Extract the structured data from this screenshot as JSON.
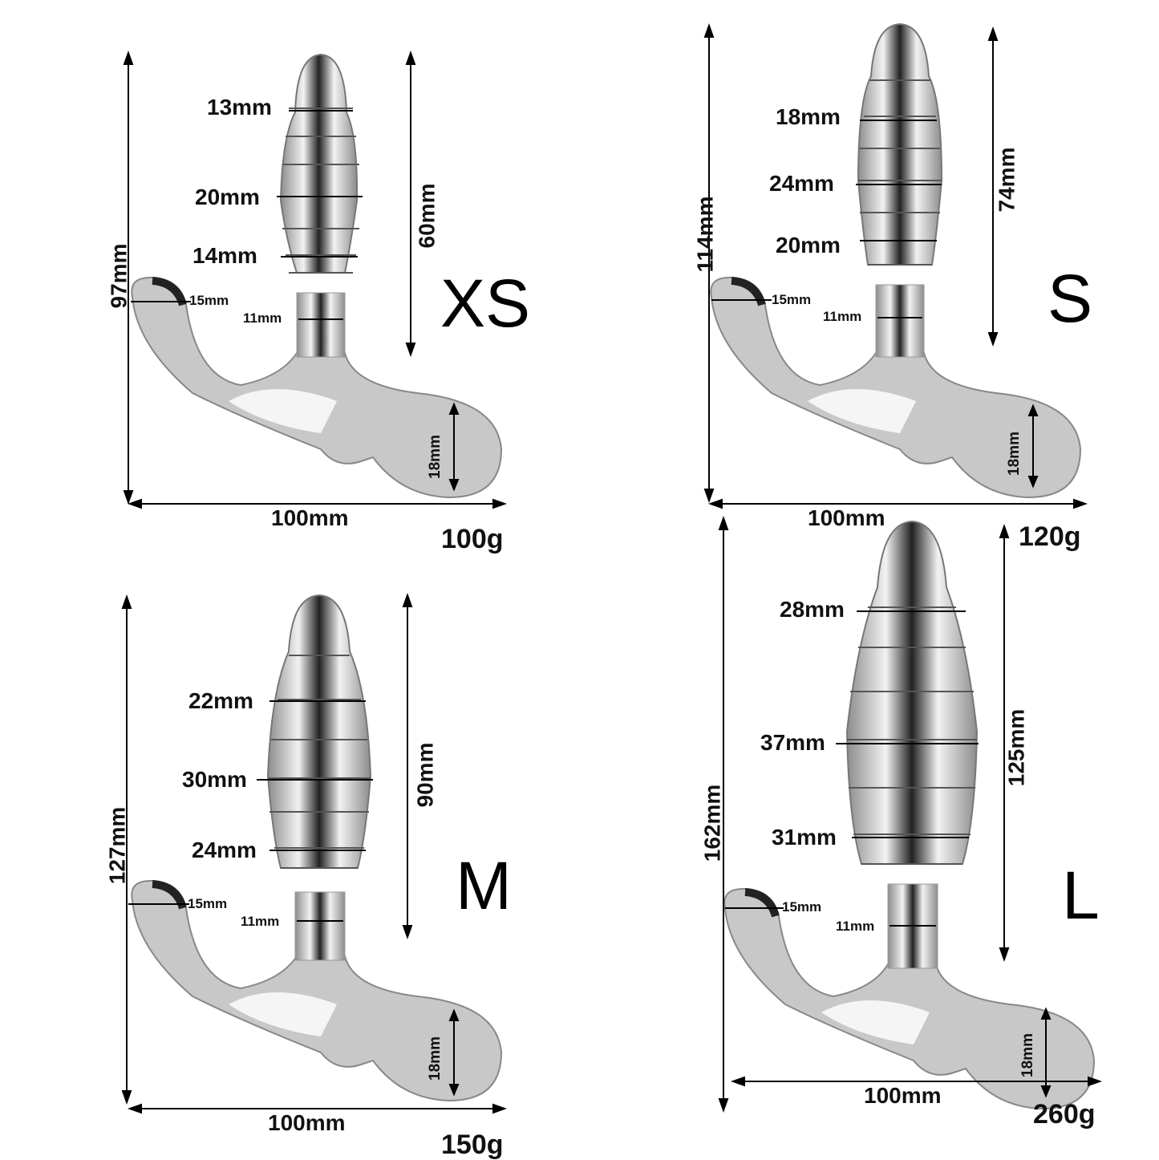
{
  "colors": {
    "metal_light": "#eeeeee",
    "metal_mid": "#a9a9a9",
    "metal_dark": "#111111",
    "line": "#000000"
  },
  "panels": [
    {
      "size": "XS",
      "weight": "100g",
      "height": "97mm",
      "width": "100mm",
      "insert_length": "60mm",
      "diameters": [
        "13mm",
        "20mm",
        "14mm"
      ],
      "head": "15mm",
      "neck": "11mm",
      "loop": "18mm"
    },
    {
      "size": "S",
      "weight": "120g",
      "height": "114mm",
      "width": "100mm",
      "insert_length": "74mm",
      "diameters": [
        "18mm",
        "24mm",
        "20mm"
      ],
      "head": "15mm",
      "neck": "11mm",
      "loop": "18mm"
    },
    {
      "size": "M",
      "weight": "150g",
      "height": "127mm",
      "width": "100mm",
      "insert_length": "90mm",
      "diameters": [
        "22mm",
        "30mm",
        "24mm"
      ],
      "head": "15mm",
      "neck": "11mm",
      "loop": "18mm"
    },
    {
      "size": "L",
      "weight": "260g",
      "height": "162mm",
      "width": "100mm",
      "insert_length": "125mm",
      "diameters": [
        "28mm",
        "37mm",
        "31mm"
      ],
      "head": "15mm",
      "neck": "11mm",
      "loop": "18mm"
    }
  ]
}
